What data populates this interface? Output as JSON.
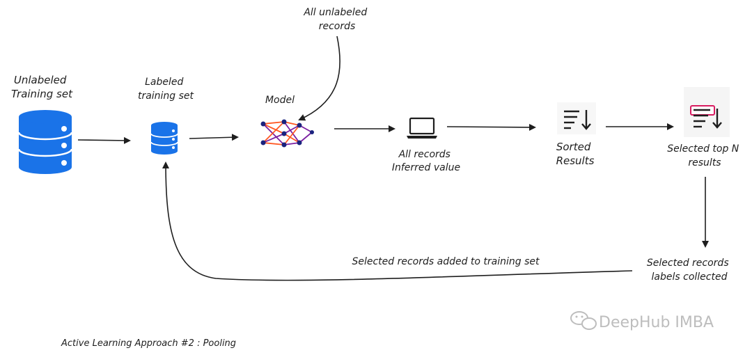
{
  "nodes": {
    "unlabeled": [
      "Unlabeled",
      "Training set"
    ],
    "labeled": [
      "Labeled",
      "training set"
    ],
    "all_unlabeled": [
      "All unlabeled",
      "records"
    ],
    "model": "Model",
    "all_records": [
      "All records",
      "Inferred value"
    ],
    "sorted": [
      "Sorted",
      "Results"
    ],
    "selected_top": [
      "Selected top N",
      "results"
    ],
    "labels_collected": [
      "Selected records",
      "labels collected"
    ]
  },
  "edges": {
    "feedback_label": "Selected records added to training set"
  },
  "caption": "Active Learning Approach #2 : Pooling",
  "watermark": "DeepHub IMBA",
  "colors": {
    "db_blue": "#1a73e8",
    "db_dark": "#0b57d0",
    "ink": "#1e1e1e",
    "nn_orange": "#ff5722",
    "nn_purple": "#7b1fa2",
    "highlight_pink": "#d81b60",
    "watermark": "#bdbdbd"
  }
}
